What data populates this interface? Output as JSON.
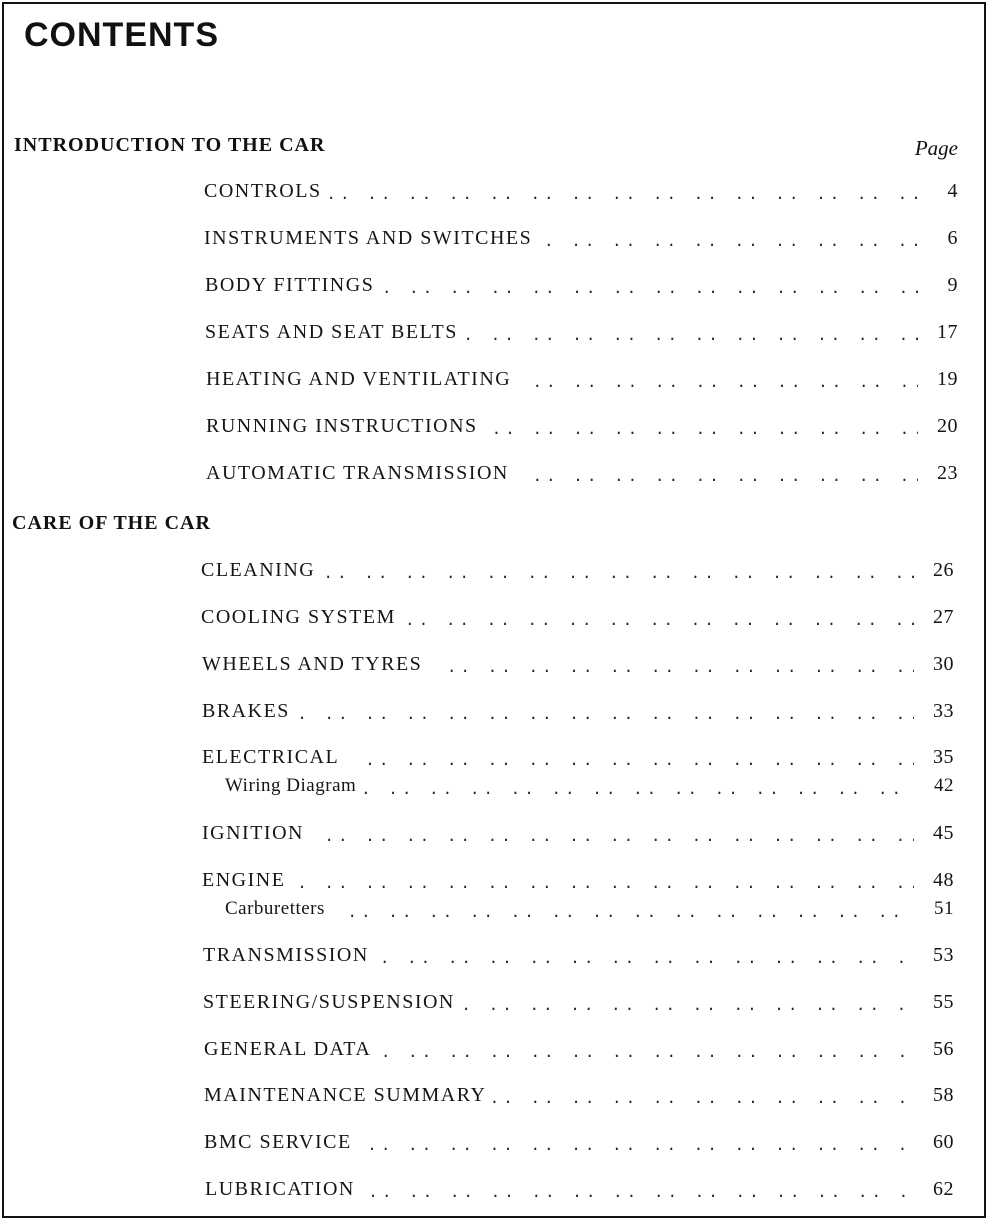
{
  "title": "CONTENTS",
  "page_column_label": "Page",
  "leader_dots": ".. .. .. .. .. .. .. .. .. .. .. .. .. .. .. .. .. .. .. .. .. .. .. .. .. .. .. .. .. .. .. .. .. .. .. ..",
  "sections": [
    {
      "heading": "INTRODUCTION TO THE CAR",
      "entries": [
        {
          "title": "CONTROLS",
          "page": "4"
        },
        {
          "title": "INSTRUMENTS AND SWITCHES",
          "page": "6"
        },
        {
          "title": "BODY FITTINGS",
          "page": "9"
        },
        {
          "title": "SEATS AND SEAT BELTS",
          "page": "17"
        },
        {
          "title": "HEATING AND VENTILATING",
          "page": "19"
        },
        {
          "title": "RUNNING INSTRUCTIONS",
          "page": "20"
        },
        {
          "title": "AUTOMATIC TRANSMISSION",
          "page": "23"
        }
      ]
    },
    {
      "heading": "CARE OF THE CAR",
      "entries": [
        {
          "title": "CLEANING",
          "page": "26"
        },
        {
          "title": "COOLING SYSTEM",
          "page": "27"
        },
        {
          "title": "WHEELS AND TYRES",
          "page": "30"
        },
        {
          "title": "BRAKES",
          "page": "33"
        },
        {
          "title": "ELECTRICAL",
          "page": "35"
        },
        {
          "title": "Wiring Diagram",
          "page": "42"
        },
        {
          "title": "IGNITION",
          "page": "45"
        },
        {
          "title": "ENGINE",
          "page": "48"
        },
        {
          "title": "Carburetters",
          "page": "51"
        },
        {
          "title": "TRANSMISSION",
          "page": "53"
        },
        {
          "title": "STEERING/SUSPENSION",
          "page": "55"
        },
        {
          "title": "GENERAL DATA",
          "page": "56"
        },
        {
          "title": "MAINTENANCE SUMMARY",
          "page": "58"
        },
        {
          "title": "BMC SERVICE",
          "page": "60"
        },
        {
          "title": "LUBRICATION",
          "page": "62"
        }
      ]
    }
  ]
}
